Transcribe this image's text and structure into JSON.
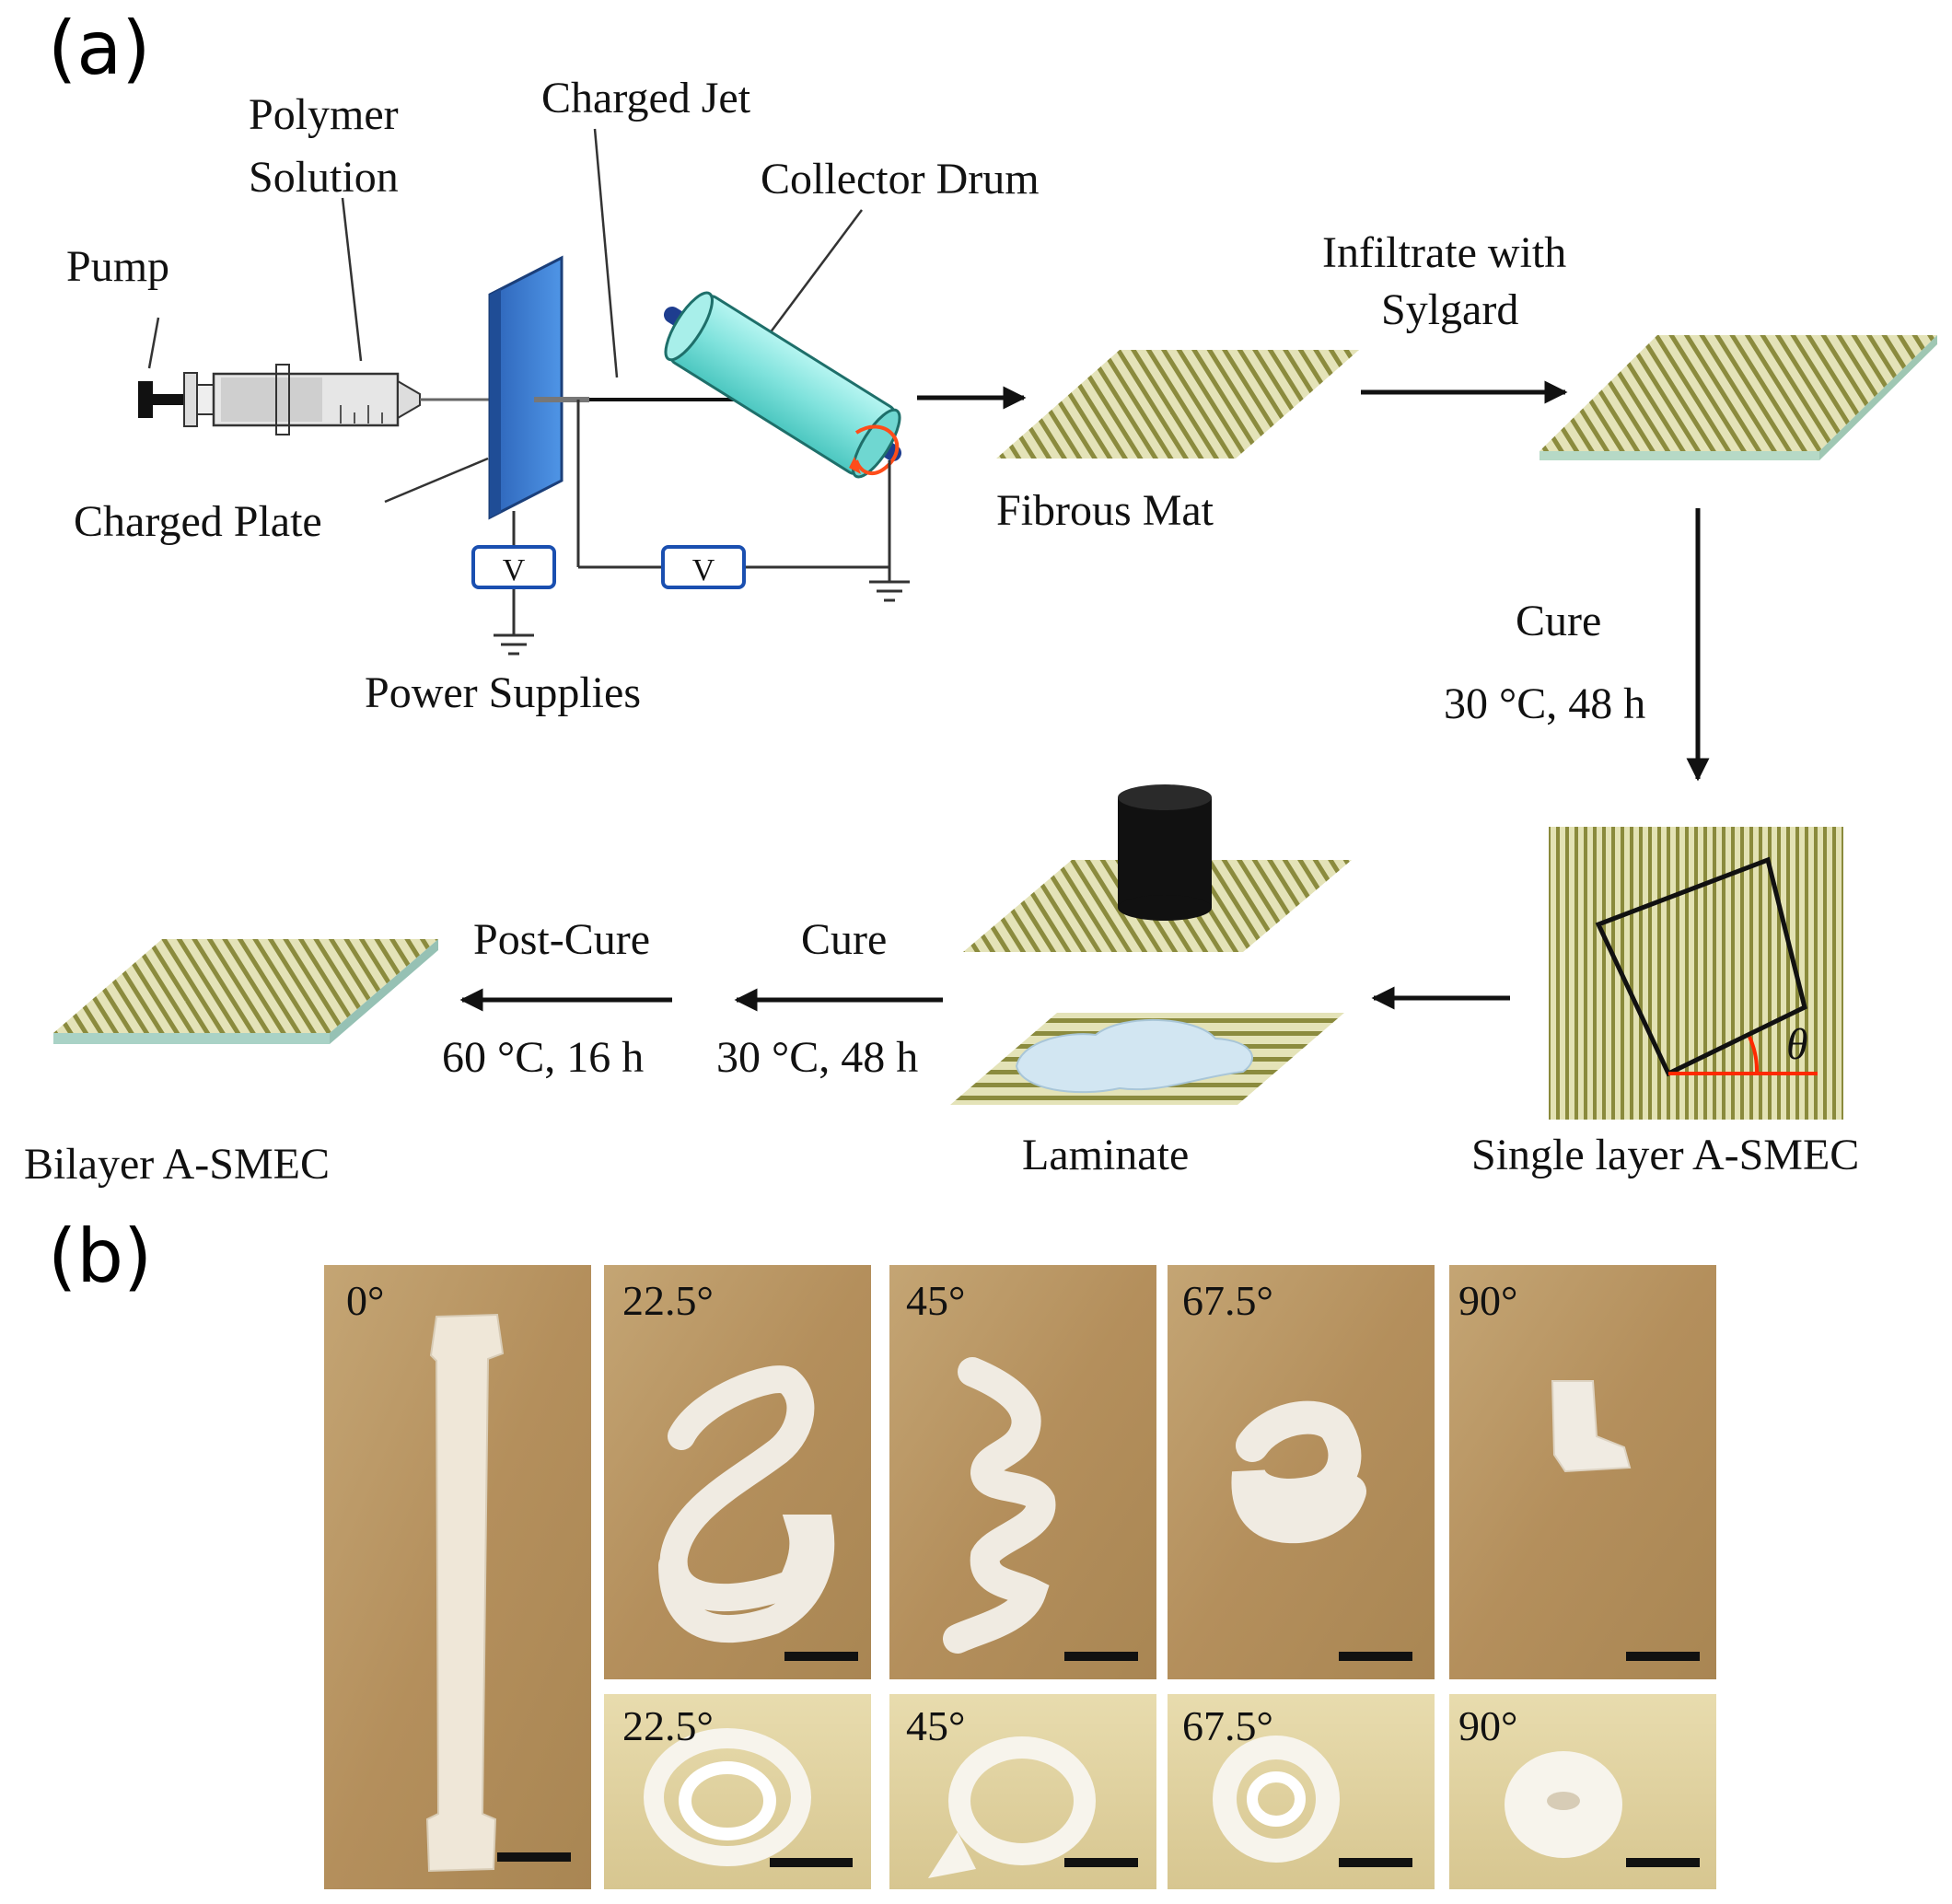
{
  "panel_a": {
    "label": "(a)",
    "labels": {
      "polymer_solution_1": "Polymer",
      "polymer_solution_2": "Solution",
      "charged_jet": "Charged Jet",
      "collector_drum": "Collector Drum",
      "pump": "Pump",
      "charged_plate": "Charged Plate",
      "power_supplies": "Power Supplies",
      "voltmeter_1": "V",
      "voltmeter_2": "V",
      "fibrous_mat": "Fibrous Mat",
      "infiltrate_1": "Infiltrate with",
      "infiltrate_2": "Sylgard",
      "cure_1": "Cure",
      "cure_1_cond": "30 °C, 48 h",
      "single_layer": "Single layer A-SMEC",
      "theta": "θ",
      "laminate": "Laminate",
      "cure_2": "Cure",
      "cure_2_cond": "30 °C, 48 h",
      "post_cure": "Post-Cure",
      "post_cure_cond": "60 °C, 16 h",
      "bilayer": "Bilayer A-SMEC"
    }
  },
  "panel_b": {
    "label": "(b)",
    "top_row": [
      "0°",
      "22.5°",
      "45°",
      "67.5°",
      "90°"
    ],
    "bottom_row": [
      "22.5°",
      "45°",
      "67.5°",
      "90°"
    ]
  },
  "colors": {
    "fiber": "#8a8a3c",
    "mat_background": "#d9d9a8",
    "plate_blue": "#3b7fd4",
    "drum_cyan": "#7fe6e0",
    "cardboard": "#b89968",
    "specimen": "#f2ede2",
    "red_angle": "#ff2a00"
  }
}
